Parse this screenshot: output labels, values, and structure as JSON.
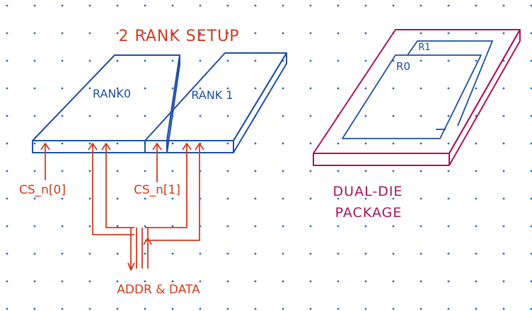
{
  "title": "2 RANK SETUP",
  "rank0_label": "RANK0",
  "rank1_label": "RANK 1",
  "cs0_label": "CS_n[0]",
  "cs1_label": "CS_n[1]",
  "bus_label": "ADDR & DATA",
  "package": {
    "die_r1": "R1",
    "die_r0": "R0",
    "label_line1": "DUAL-DIE",
    "label_line2": "PACKAGE"
  },
  "colors": {
    "rank": "#1f4fa0",
    "bus": "#d23a1e",
    "package": "#a8135a",
    "dots": "#2f5fc0"
  }
}
